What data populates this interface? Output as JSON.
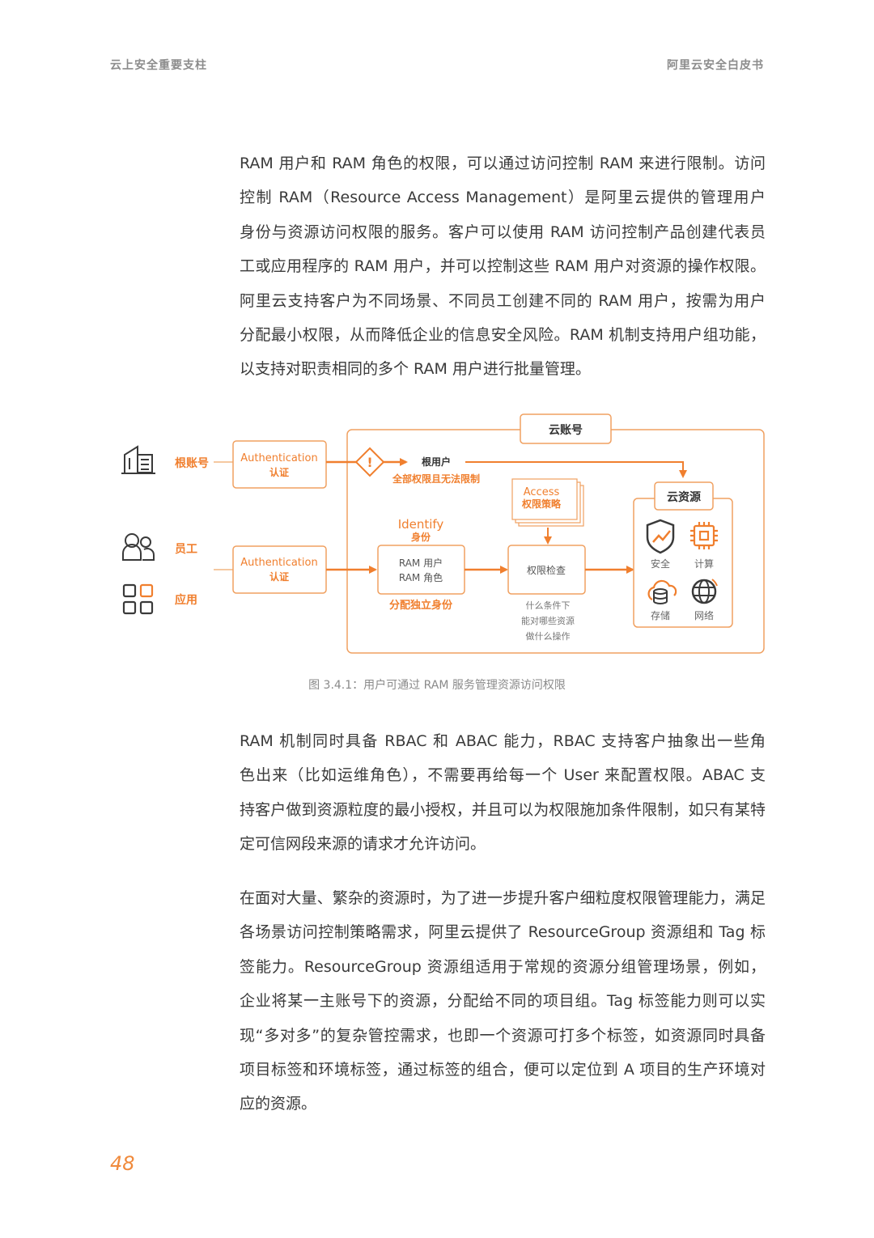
{
  "header": {
    "left": "云上安全重要支柱",
    "right": "阿里云安全白皮书"
  },
  "paragraph1": {
    "lines": [
      "RAM 用户和 RAM 角色的权限，可以通过访问控制 RAM 来进行限制。访问",
      "控制 RAM（Resource Access Management）是阿里云提供的管理用户",
      "身份与资源访问权限的服务。客户可以使用 RAM 访问控制产品创建代表员",
      "工或应用程序的 RAM 用户，并可以控制这些 RAM 用户对资源的操作权限。",
      "阿里云支持客户为不同场景、不同员工创建不同的 RAM 用户，按需为用户",
      "分配最小权限，从而降低企业的信息安全风险。RAM 机制支持用户组功能，",
      "以支持对职责相同的多个 RAM 用户进行批量管理。"
    ]
  },
  "diagram": {
    "cloud_account": "云账号",
    "root_account": "根账号",
    "employee": "员工",
    "application": "应用",
    "auth1": {
      "en": "Authentication",
      "zh": "认证"
    },
    "auth2": {
      "en": "Authentication",
      "zh": "认证"
    },
    "root_user": "根用户",
    "root_note": "全部权限且无法限制",
    "identify": {
      "en": "Identify",
      "zh": "身份"
    },
    "ram_user": "RAM 用户",
    "ram_role": "RAM 角色",
    "assign_identity": "分配独立身份",
    "access_policy": {
      "en": "Access",
      "zh": "权限策略"
    },
    "permission_check": "权限检查",
    "check_notes": [
      "什么条件下",
      "能对哪些资源",
      "做什么操作"
    ],
    "cloud_resource": "云资源",
    "resources": [
      {
        "label": "安全",
        "icon": "shield-icon"
      },
      {
        "label": "计算",
        "icon": "chip-icon"
      },
      {
        "label": "存储",
        "icon": "database-cloud-icon"
      },
      {
        "label": "网络",
        "icon": "globe-icon"
      }
    ],
    "colors": {
      "accent": "#f07f2e",
      "box_border": "#f0a060",
      "text_dark": "#333333",
      "icon_dark": "#3a3a3a"
    }
  },
  "caption": "图 3.4.1：用户可通过 RAM 服务管理资源访问权限",
  "paragraph2": {
    "lines": [
      "RAM 机制同时具备 RBAC 和 ABAC 能力，RBAC 支持客户抽象出一些角",
      "色出来（比如运维角色），不需要再给每一个 User 来配置权限。ABAC 支",
      "持客户做到资源粒度的最小授权，并且可以为权限施加条件限制，如只有某特",
      "定可信网段来源的请求才允许访问。"
    ]
  },
  "paragraph3": {
    "lines": [
      "在面对大量、繁杂的资源时，为了进一步提升客户细粒度权限管理能力，满足",
      "各场景访问控制策略需求，阿里云提供了 ResourceGroup 资源组和 Tag 标",
      "签能力。ResourceGroup 资源组适用于常规的资源分组管理场景，例如，",
      "企业将某一主账号下的资源，分配给不同的项目组。Tag 标签能力则可以实",
      "现“多对多”的复杂管控需求，也即一个资源可打多个标签，如资源同时具备",
      "项目标签和环境标签，通过标签的组合，便可以定位到 A 项目的生产环境对",
      "应的资源。"
    ]
  },
  "page_number": "48"
}
